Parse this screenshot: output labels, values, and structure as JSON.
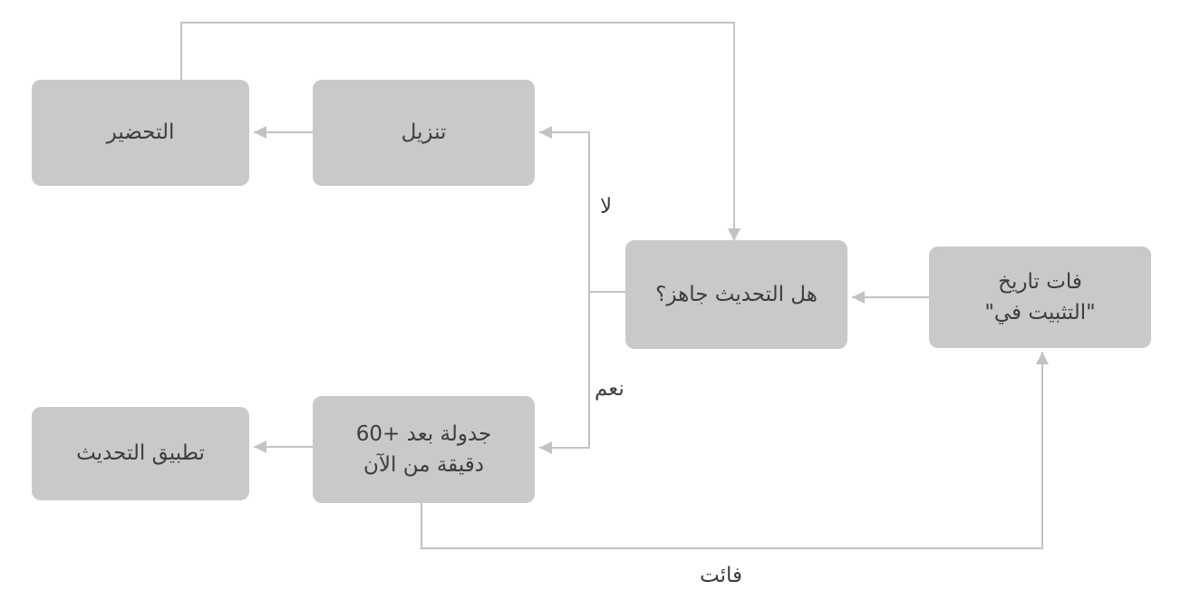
{
  "diagram": {
    "title": "update-flowchart",
    "nodes": {
      "prepare": {
        "label": "التحضير"
      },
      "download": {
        "label": "تنزيل"
      },
      "ready": {
        "label": "هل التحديث جاهز؟"
      },
      "deadline": {
        "label": "فات تاريخ\n\"التثبيت في\""
      },
      "apply": {
        "label": "تطبيق التحديث"
      },
      "schedule": {
        "label": "جدولة بعد +60\nدقيقة من الآن"
      }
    },
    "edge_labels": {
      "no": "لا",
      "yes": "نعم",
      "missed": "فائت"
    },
    "colors": {
      "node_fill": "#c9c9c9",
      "arrow": "#c3c3c3",
      "text": "#3d3d3d",
      "background": "#ffffff"
    }
  }
}
